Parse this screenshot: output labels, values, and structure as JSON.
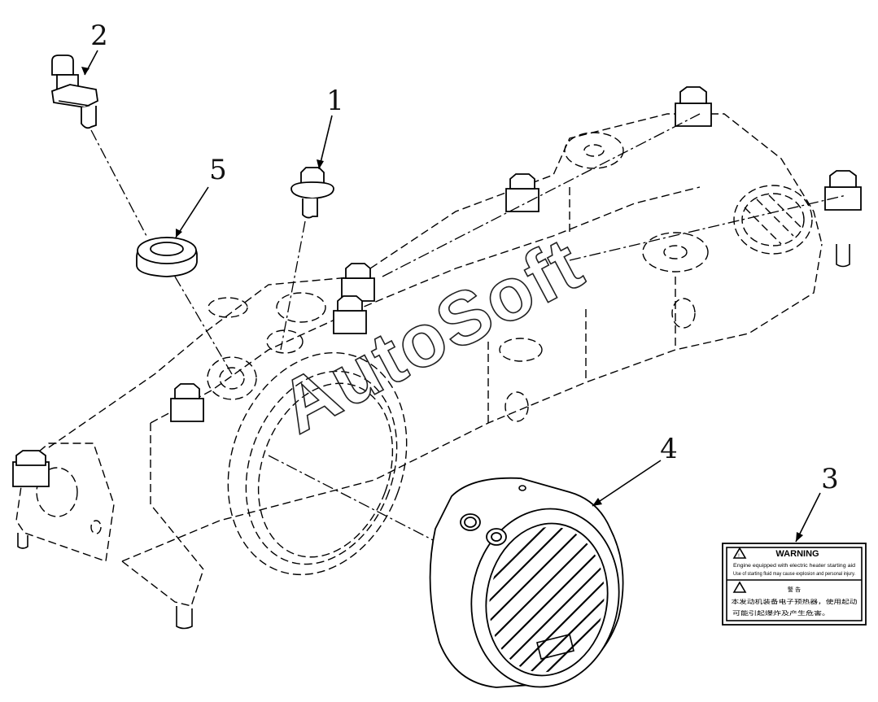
{
  "diagram": {
    "watermark": "AutoSoft",
    "callouts": [
      {
        "id": "1",
        "label": "1"
      },
      {
        "id": "2",
        "label": "2"
      },
      {
        "id": "3",
        "label": "3"
      },
      {
        "id": "4",
        "label": "4"
      },
      {
        "id": "5",
        "label": "5"
      }
    ],
    "warning_tag": {
      "title": "WARNING",
      "line1": "Engine equipped with electric heater starting aid",
      "line2": "Use of starting fluid may cause explosion and personal injury.",
      "cn_title": "警 告",
      "cn_line1": "本发动机装备电子预热器，使用起动",
      "cn_line2": "可能引起爆炸及产生危害。"
    }
  }
}
